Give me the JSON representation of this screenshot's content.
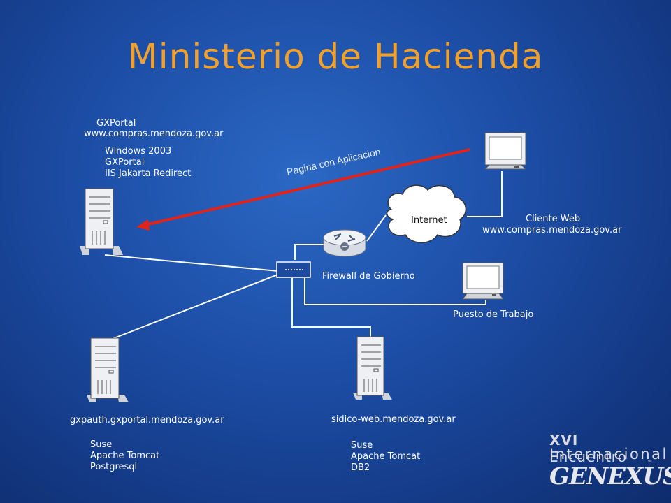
{
  "title": "Ministerio de Hacienda",
  "arrow_label": "Pagina con Aplicacion",
  "nodes": {
    "gxportal": {
      "name": "GXPortal",
      "host": "www.compras.mendoza.gov.ar",
      "details": [
        "Windows 2003",
        "GXPortal",
        "IIS Jakarta Redirect"
      ]
    },
    "internet": {
      "label": "Internet"
    },
    "cliente_web": {
      "name": "Cliente Web",
      "host": "www.compras.mendoza.gov.ar"
    },
    "firewall": {
      "label": "Firewall de Gobierno"
    },
    "puesto": {
      "label": "Puesto de Trabajo"
    },
    "gxpauth": {
      "host": "gxpauth.gxportal.mendoza.gov.ar",
      "details": [
        "Suse",
        "Apache Tomcat",
        "Postgresql"
      ]
    },
    "sidico": {
      "host": "sidico-web.mendoza.gov.ar",
      "details": [
        "Suse",
        "Apache Tomcat",
        "DB2"
      ]
    }
  },
  "logo": {
    "edition": "XVI",
    "line1": "Encuentro",
    "line2": "Internacional",
    "brand": "GENEXUS",
    "tm": "™"
  },
  "colors": {
    "title": "#f0a02d",
    "arrow": "#e2231a",
    "background": "#1d4fa8",
    "lines": "#ffffff"
  }
}
